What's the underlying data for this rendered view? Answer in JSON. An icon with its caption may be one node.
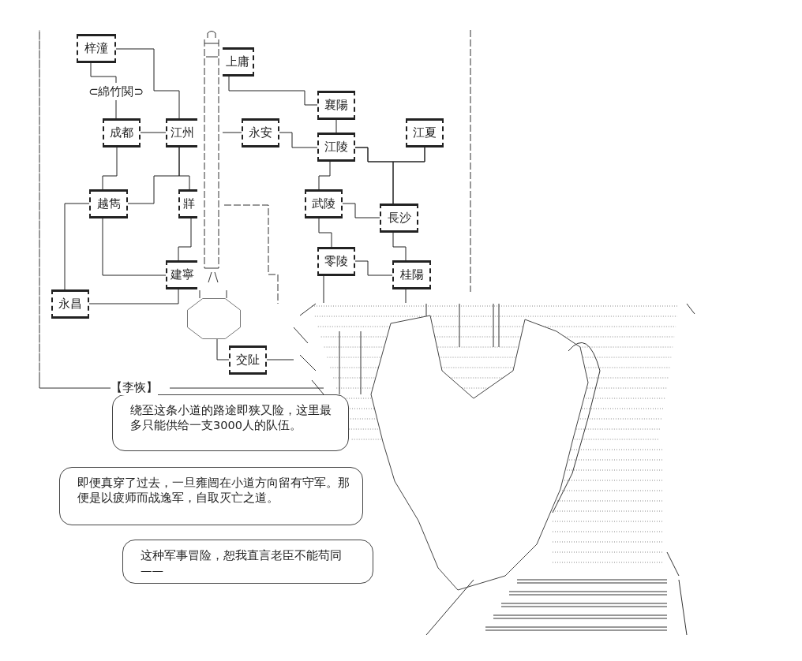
{
  "diagram": {
    "nodes": [
      {
        "text": [
          "梓潼"
        ]
      },
      {
        "text": [
          "⊂綿竹関⊃"
        ]
      },
      {
        "text": [
          "成都"
        ]
      },
      {
        "text": [
          "江州"
        ]
      },
      {
        "text": [
          "上庸"
        ]
      },
      {
        "text": [
          "永安"
        ]
      },
      {
        "text": [
          "襄陽"
        ]
      },
      {
        "text": [
          "江陵"
        ]
      },
      {
        "text": [
          "江夏"
        ]
      },
      {
        "text": [
          "越雋"
        ]
      },
      {
        "text": [
          "牂"
        ]
      },
      {
        "text": [
          "武陵"
        ]
      },
      {
        "text": [
          "長沙"
        ]
      },
      {
        "text": [
          "零陵"
        ]
      },
      {
        "text": [
          "桂陽"
        ]
      },
      {
        "text": [
          "建寧"
        ]
      },
      {
        "text": [
          "永昌"
        ]
      },
      {
        "text": [],
        "shape": "octagon"
      },
      {
        "text": [
          "交阯"
        ]
      },
      {
        "text": [
          "绕至这条小道的路途即狭又险，这里最多只能供给一支3000人的队伍。"
        ]
      },
      {
        "text": [
          "即便真穿了过去，一旦雍闿在小道方向留有守军。那便是以疲师而战逸军，自取灭亡之道。"
        ]
      },
      {
        "text": [
          "这种军事冒险，恕我直言老臣不能苟同——"
        ]
      }
    ],
    "edges": [
      {
        "from": 0,
        "to": 1,
        "arrow": "none"
      },
      {
        "from": 1,
        "to": 2,
        "arrow": "none"
      },
      {
        "from": 0,
        "to": 3,
        "arrow": "none"
      },
      {
        "from": 2,
        "to": 3,
        "arrow": "none"
      },
      {
        "from": 2,
        "to": 9,
        "arrow": "none"
      },
      {
        "from": 3,
        "to": 9,
        "arrow": "none"
      },
      {
        "from": 3,
        "to": 10,
        "arrow": "none"
      },
      {
        "from": 4,
        "to": 6,
        "arrow": "none"
      },
      {
        "from": null,
        "to": 5,
        "arrow": "none"
      },
      {
        "from": 5,
        "to": 7,
        "arrow": "none"
      },
      {
        "from": 6,
        "to": 7,
        "arrow": "none"
      },
      {
        "from": 7,
        "to": 8,
        "arrow": "none"
      },
      {
        "from": 7,
        "to": 12,
        "arrow": "none"
      },
      {
        "from": 8,
        "to": 12,
        "arrow": "none"
      },
      {
        "from": 7,
        "to": 11,
        "arrow": "none"
      },
      {
        "from": 11,
        "to": 12,
        "arrow": "none"
      },
      {
        "from": 11,
        "to": 13,
        "arrow": "none"
      },
      {
        "from": 12,
        "to": 14,
        "arrow": "none"
      },
      {
        "from": 13,
        "to": 14,
        "arrow": "none"
      },
      {
        "from": 14,
        "to": null,
        "arrow": "none"
      },
      {
        "from": 13,
        "to": null,
        "arrow": "none"
      },
      {
        "from": 9,
        "to": 15,
        "arrow": "none"
      },
      {
        "from": 10,
        "to": 15,
        "arrow": "none"
      },
      {
        "from": 9,
        "to": 16,
        "arrow": "none"
      },
      {
        "from": 15,
        "to": 16,
        "arrow": "none"
      },
      {
        "from": 17,
        "to": 18,
        "arrow": "none"
      },
      {
        "from": 18,
        "to": null,
        "arrow": "none"
      }
    ],
    "labels": [
      "【李恢】"
    ]
  }
}
